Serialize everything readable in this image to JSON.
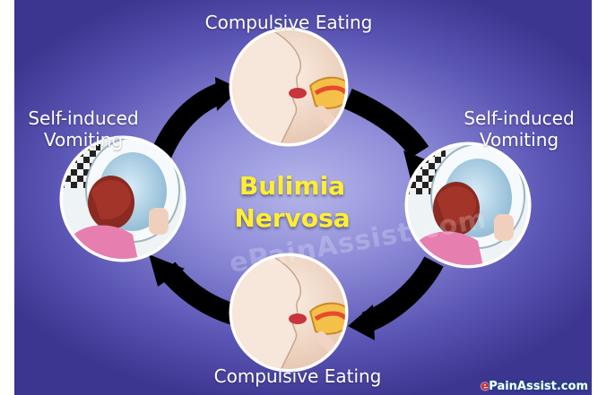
{
  "diagram": {
    "center": {
      "line1": "Bulimia",
      "line2": "Nervosa"
    },
    "nodes": {
      "top": {
        "label": "Compulsive Eating"
      },
      "right": {
        "line1": "Self-induced",
        "line2": "Vomiting"
      },
      "bottom": {
        "label": "Compulsive Eating"
      },
      "left": {
        "line1": "Self-induced",
        "line2": "Vomiting"
      }
    }
  },
  "watermark": "ePainAssist.com",
  "brand": {
    "prefix": "e",
    "rest": "PainAssist.com"
  },
  "colors": {
    "background": "#6b66c4",
    "title": "#ffee33",
    "arrow": "#000000",
    "label": "#ffffff"
  }
}
